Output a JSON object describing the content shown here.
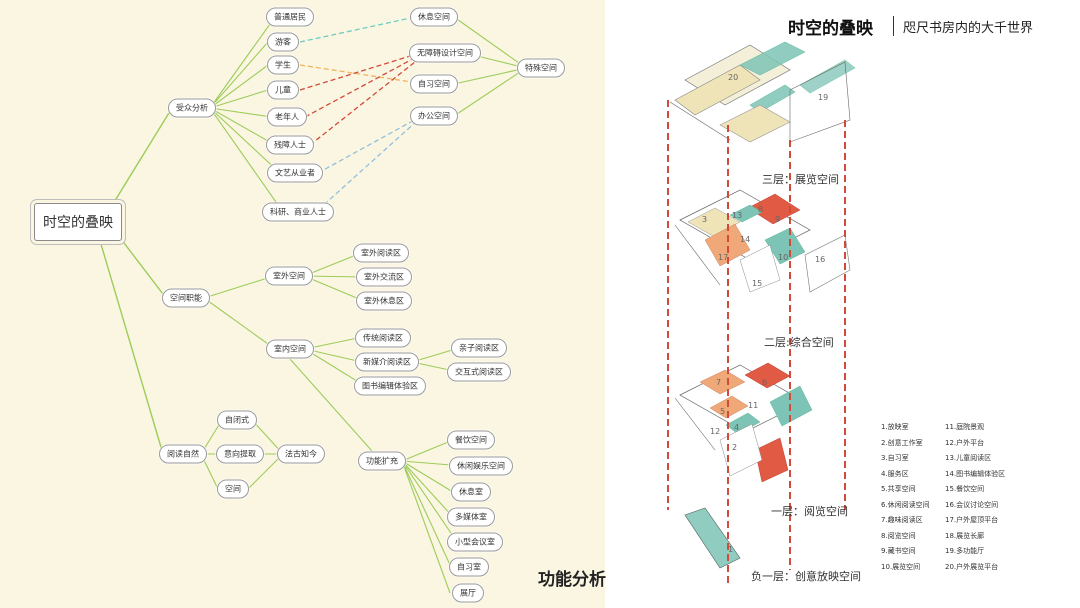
{
  "header": {
    "title": "时空的叠映",
    "subtitle": "咫尺书房内的大千世界"
  },
  "caption": "功能分析",
  "mindmap": {
    "root": "时空的叠映",
    "branch1": {
      "label": "受众分析",
      "users": [
        "普通居民",
        "游客",
        "学生",
        "儿童",
        "老年人",
        "残障人士",
        "文艺从业者",
        "科研、商业人士"
      ],
      "spaces": [
        "休息空间",
        "无障碍设计空间",
        "自习空间",
        "办公空间"
      ],
      "target": "特殊空间"
    },
    "branch2": {
      "label": "空间职能",
      "outdoor": {
        "label": "室外空间",
        "children": [
          "室外阅读区",
          "室外交流区",
          "室外休息区"
        ]
      },
      "indoor": {
        "label": "室内空间",
        "children": [
          "传统阅读区",
          "新媒介阅读区",
          "图书编辑体验区"
        ],
        "newmedia_children": [
          "亲子阅读区",
          "交互式阅读区"
        ]
      },
      "func": {
        "label": "功能扩充",
        "children": [
          "餐饮空间",
          "休闲娱乐空间",
          "休息室",
          "多媒体室",
          "小型会议室",
          "自习室",
          "展厅"
        ]
      }
    },
    "branch3": {
      "label": "阅读自然",
      "children": [
        "自闭式",
        "意向提取",
        "空间"
      ],
      "target": "法古知今"
    }
  },
  "floors": [
    "三层：展览空间",
    "二层:综合空间",
    "一层：阅览空间",
    "负一层：创意放映空间"
  ],
  "room_numbers": [
    "1",
    "2",
    "3",
    "4",
    "5",
    "6",
    "7",
    "8",
    "9",
    "10",
    "11",
    "12",
    "13",
    "14",
    "15",
    "16",
    "17",
    "19",
    "20"
  ],
  "legend": [
    "1.放映室",
    "2.创意工作室",
    "3.自习室",
    "4.服务区",
    "5.共享空间",
    "6.休闲阅读空间",
    "7.趣味阅读区",
    "8.阅览空间",
    "9.藏书空间",
    "10.展览空间",
    "11.庭院景观",
    "12.户外平台",
    "13.儿童阅读区",
    "14.图书编辑体验区",
    "15.餐饮空间",
    "16.会议讨论空间",
    "17.户外屋顶平台",
    "18.展览长廊",
    "19.多功能厅",
    "20.户外展览平台"
  ],
  "colors": {
    "branch_line": "#9ccc5a",
    "orange_dash": "#f0b45a",
    "red_dash": "#d24a3a",
    "blue_dash": "#8fc0dc",
    "teal_dash": "#6fcbc2",
    "teal": "#7ec4b6",
    "red": "#e05a44",
    "orange": "#f0a878",
    "beige": "#efe3b8"
  }
}
